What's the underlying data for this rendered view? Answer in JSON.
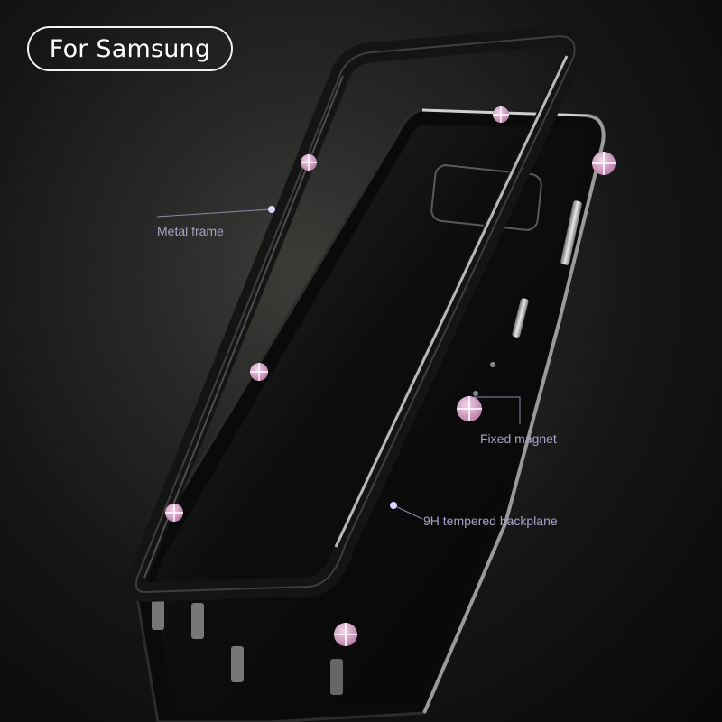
{
  "badge": {
    "text": "For Samsung"
  },
  "callouts": {
    "metal_frame": "Metal frame",
    "fixed_magnet": "Fixed magnet",
    "backplane": "9H tempered backplane"
  },
  "colors": {
    "background": "#1a1a1a",
    "label": "#a8a2c8",
    "magnet_marker": "#d7a6c9",
    "pill_border": "#f2f2f2"
  }
}
